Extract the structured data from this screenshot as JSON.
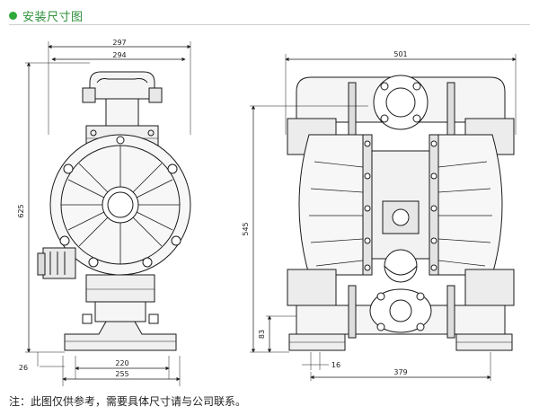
{
  "header": {
    "title": "安装尺寸图"
  },
  "note": "注：此图仅供参考，需要具体尺寸请与公司联系。",
  "dimensions": {
    "left_overall_width": "297",
    "left_body_width": "294",
    "left_overall_height": "625",
    "left_base_offset": "26",
    "left_base_inner": "220",
    "left_base_outer": "255",
    "right_overall_width": "501",
    "right_overall_height": "545",
    "right_inlet_height": "83",
    "right_flange_offset": "16",
    "right_base_width": "379"
  },
  "colors": {
    "accent": "#2eaa3a",
    "title": "#2c8f3a",
    "line": "#1a1a1a"
  }
}
